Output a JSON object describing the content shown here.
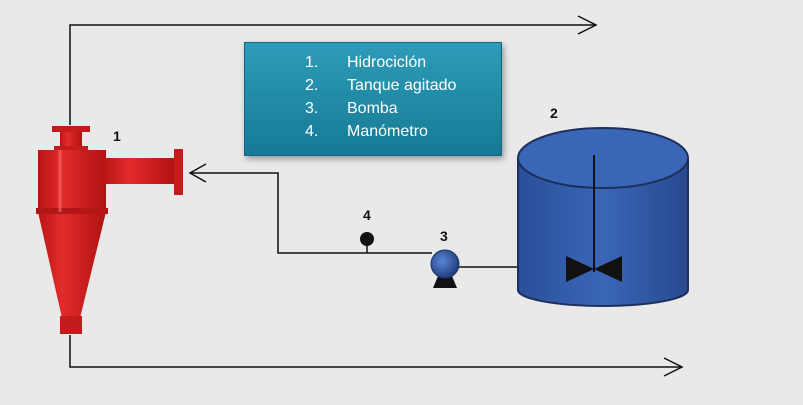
{
  "legend": {
    "items": [
      {
        "number": "1.",
        "label": "Hidrociclón"
      },
      {
        "number": "2.",
        "label": "Tanque agitado"
      },
      {
        "number": "3.",
        "label": "Bomba"
      },
      {
        "number": "4.",
        "label": "Manómetro"
      }
    ]
  },
  "component_labels": {
    "hydrocyclone": "1",
    "tank": "2",
    "pump": "3",
    "manometer": "4"
  },
  "colors": {
    "hydrocyclone": "#d92323",
    "tank": "#2f58a8",
    "legend_background": "#1f8aa7",
    "lines": "#111111"
  }
}
